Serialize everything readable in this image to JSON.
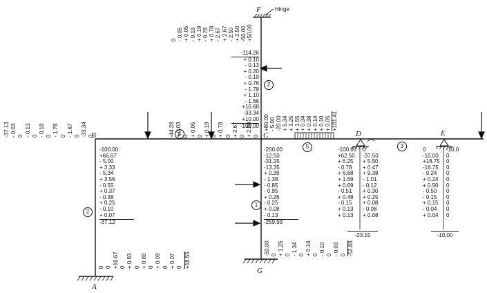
{
  "joints": {
    "A": "A",
    "B": "B",
    "C": "C",
    "D": "D",
    "E": "E",
    "F": "F",
    "G": "G"
  },
  "hinge_label": "Hinge",
  "member_numbers": {
    "m1": "1",
    "m2_top": "2",
    "m2_left": "2",
    "m3": "3",
    "m4": "4",
    "m5": "5"
  },
  "columns": {
    "fc_top": [
      "0",
      "- 0.05",
      "+ 0.05",
      "- 0.19",
      "+ 0.19",
      "- 0.78",
      "+ 0.78",
      "- 2.67",
      "+ 2.67",
      "- 2.50",
      "+ 2.50",
      "-50.00",
      "+50.00"
    ],
    "cf_bottom": [
      "-114.26",
      "+ 0.10",
      "- 0.13",
      "+ 0.20",
      "- 0.19",
      "+ 0.76",
      "- 1.78",
      "+ 1.10",
      "- 1.66",
      "+10.68",
      "-33.34",
      "+10.00",
      "-100.00"
    ],
    "cd_rot": [
      "+80.00",
      "- 5.00",
      "-20.00",
      "+ 5.34",
      "+ 1.25",
      "+ 1.55",
      "+ 0.34",
      "+ 0.38",
      "+ 0.14",
      "+ 0.10",
      "+ 0.05",
      "+101.41"
    ],
    "ba_rot": [
      "-37.13",
      "- 0.03",
      "0",
      "- 0.13",
      "0",
      "- 0.18",
      "0",
      "- 1.78",
      "0",
      "- 1.67",
      "0",
      "-33.34",
      "0"
    ],
    "bc_rot": [
      "-44.28",
      "+ 0.03",
      "0",
      "+ 0.05",
      "0",
      "+ 0.19",
      "0",
      "+ 0.78",
      "0",
      "+ 2.67",
      "0",
      "+ 2.50",
      "0"
    ],
    "b_down": [
      "-100.00",
      "+66.67",
      "- 5.00",
      "+ 3.33",
      "- 5.34",
      "+ 3.56",
      "- 0.55",
      "+ 0.37",
      "- 0.38",
      "+ 0.25",
      "- 0.10",
      "+ 0.07",
      "-37.12"
    ],
    "cg_top": [
      "-200.00",
      "-12.50",
      "-31.25",
      "-13.35",
      "+ 0.39",
      "- 1.38",
      "- 0.85",
      "- 0.95",
      "+ 0.26",
      "- 0.25",
      "+ 0.08",
      "- 0.13",
      "-259.93"
    ],
    "d_left": [
      "-100.00",
      "+62.50",
      "+ 6.25",
      "- 0.78",
      "+ 6.68",
      "+ 1.69",
      "+ 0.69",
      "- 0.51",
      "+ 0.48",
      "- 0.15",
      "+ 0.13",
      "+ 0.13"
    ],
    "d_right": [
      "0",
      "-37.50",
      "+ 5.50",
      "+ 0.47",
      "+ 9.38",
      "- 1.01",
      "- 0.12",
      "+ 0.30",
      "+ 0.25",
      "+ 0.08",
      "- 0.08",
      "+ 0.08"
    ],
    "d_total": "-23.15",
    "e_left": [
      "0",
      "-10.00",
      "+18.75",
      "-16.75",
      "- 0.24",
      "+ 0.24",
      "+ 0.50",
      "- 0.50",
      "- 0.15",
      "+ 0.15",
      "- 0.04",
      "+ 0.04"
    ],
    "e_right": [
      "-10.0",
      "0",
      "0",
      "0",
      "0",
      "0",
      "0",
      "0",
      "0",
      "0",
      "0",
      "0"
    ],
    "e_total": "-10.00",
    "ab_rot": [
      "0",
      "0",
      "+16.67",
      "0",
      "+ 0.83",
      "0",
      "+ 0.89",
      "0",
      "+ 0.09",
      "0",
      "+ 0.07",
      "0",
      "+18.55"
    ],
    "gc_rot": [
      "-50.00",
      "0",
      "+ 1.25",
      "0",
      "- 1.34",
      "0",
      "+ 0.14",
      "0",
      "- 0.10",
      "0",
      "- 0.03",
      "0",
      "-52.86"
    ]
  }
}
